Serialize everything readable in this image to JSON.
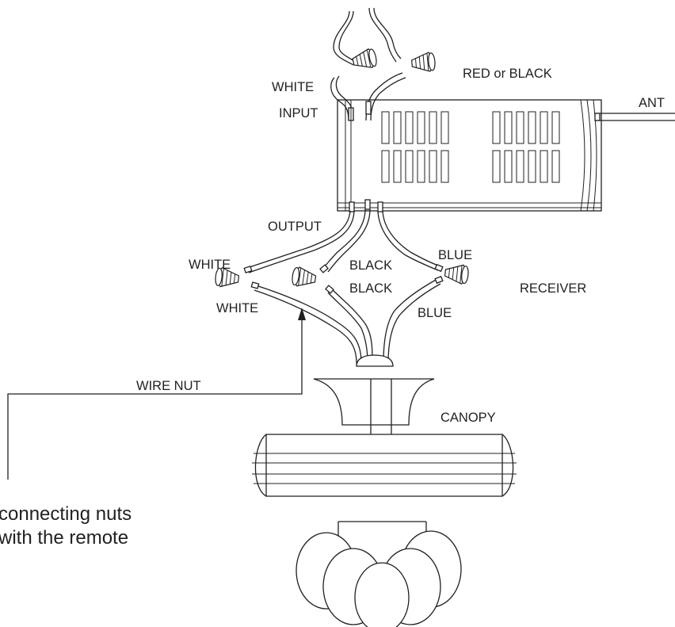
{
  "labels": {
    "white_top": "WHITE",
    "input": "INPUT",
    "red_or_black": "RED or BLACK",
    "ant": "ANT",
    "output": "OUTPUT",
    "white_left_upper": "WHITE",
    "white_left_lower": "WHITE",
    "black_upper": "BLACK",
    "black_lower": "BLACK",
    "blue_upper": "BLUE",
    "blue_lower": "BLUE",
    "receiver": "RECEIVER",
    "wire_nut": "WIRE NUT",
    "canopy": "CANOPY"
  },
  "caption": {
    "line1": "connecting nuts",
    "line2": "with the remote"
  }
}
